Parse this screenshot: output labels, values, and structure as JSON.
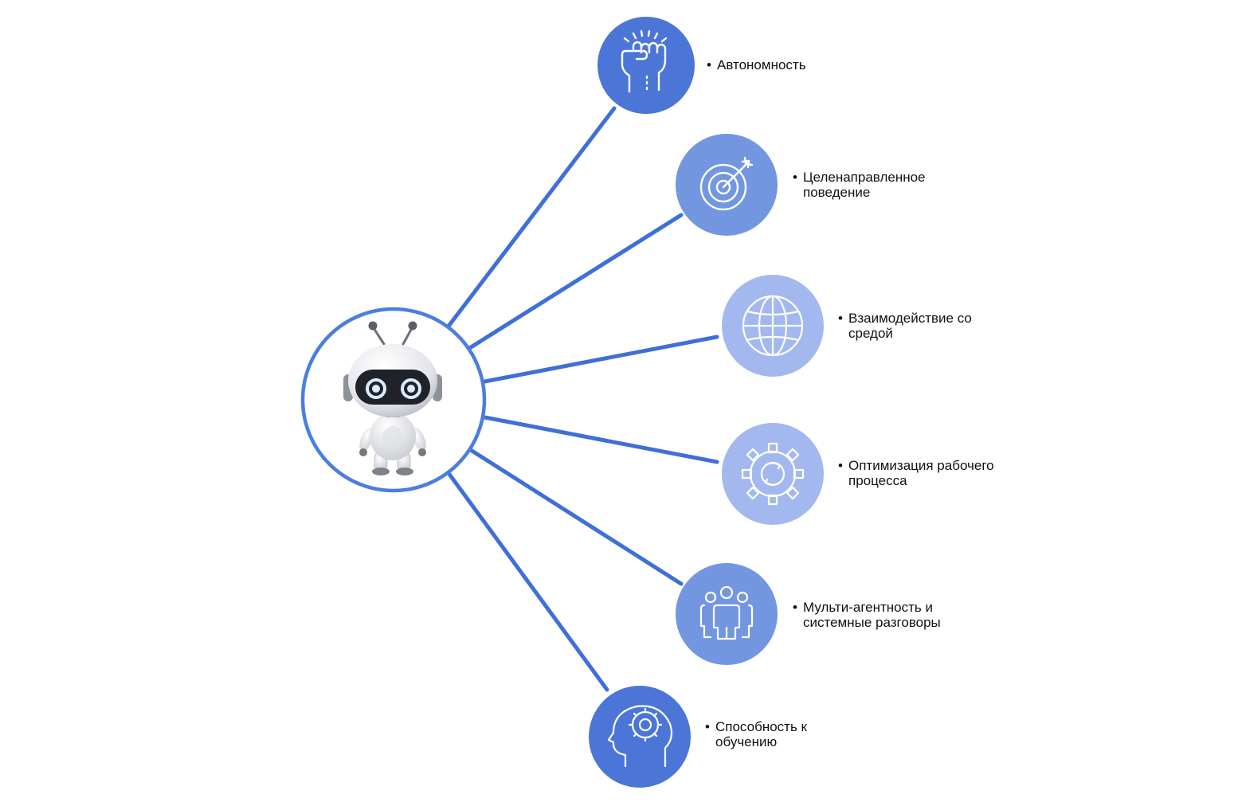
{
  "colors": {
    "connector_line": "#3f6fd8",
    "central_ring": "#4a7ee0",
    "node_fills": [
      "#4b76d8",
      "#7396e0",
      "#a3b8ef",
      "#a3b8ef",
      "#7396e0",
      "#4b76d8"
    ],
    "icon_stroke": "#ffffff",
    "label_text": "#111111"
  },
  "center": {
    "icon": "robot-mascot"
  },
  "nodes": [
    {
      "icon": "raised-fist-icon",
      "label": "Автономность"
    },
    {
      "icon": "target-icon",
      "label": "Целенаправленное поведение"
    },
    {
      "icon": "globe-icon",
      "label": "Взаимодействие со средой"
    },
    {
      "icon": "gear-cycle-icon",
      "label": "Оптимизация рабочего процесса"
    },
    {
      "icon": "team-icon",
      "label": "Мульти-агентность и системные разговоры"
    },
    {
      "icon": "head-gear-icon",
      "label": "Способность к обучению"
    }
  ]
}
